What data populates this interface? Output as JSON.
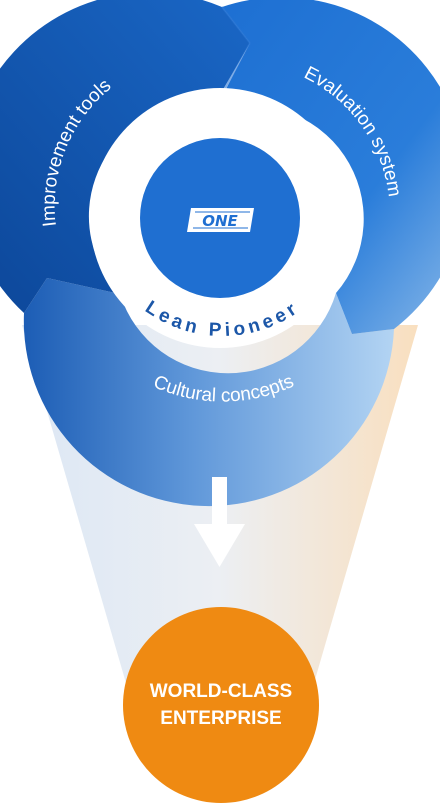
{
  "cycle": {
    "segments": [
      {
        "id": "improvement",
        "label": "Improvement tools"
      },
      {
        "id": "evaluation",
        "label": "Evaluation system"
      },
      {
        "id": "cultural",
        "label": "Cultural concepts"
      }
    ]
  },
  "center": {
    "logo_text": "ONE",
    "ring_text": "Lean Pioneer"
  },
  "outcome": {
    "line1": "WORLD-CLASS",
    "line2": "ENTERPRISE"
  },
  "colors": {
    "blue_dark": "#0f4fa6",
    "blue_mid": "#1a6fd0",
    "blue_light": "#a9cdf0",
    "center_blue": "#1f6fd1",
    "orange": "#ef8a12",
    "funnel_left": "#dfe8f3",
    "funnel_right": "#f8e2c6"
  }
}
